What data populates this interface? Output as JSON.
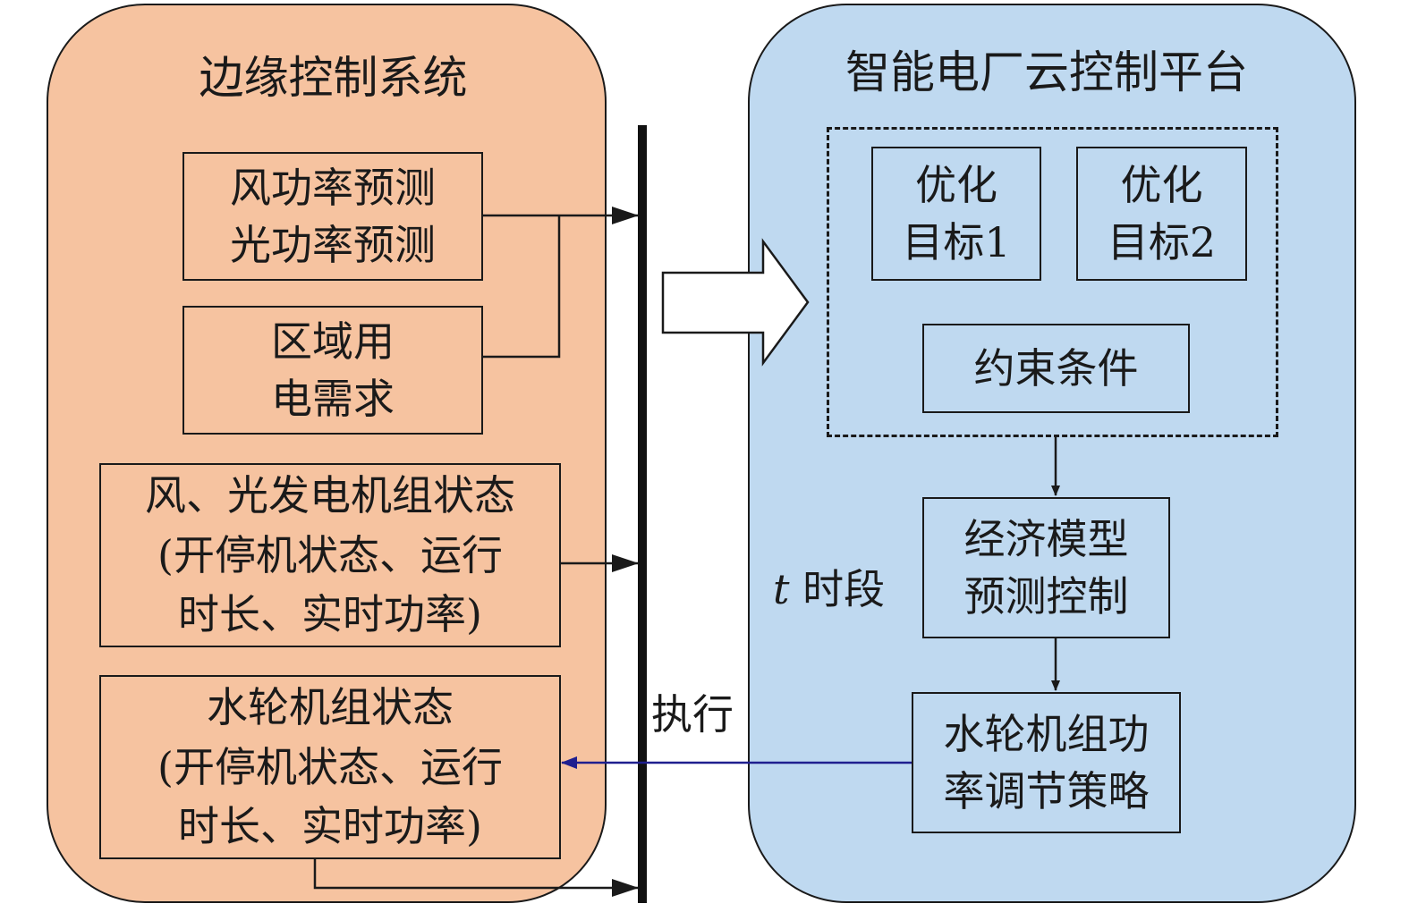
{
  "left_panel": {
    "title": "边缘控制系统"
  },
  "right_panel": {
    "title": "智能电厂云控制平台"
  },
  "boxes": {
    "power_forecast": [
      "风功率预测",
      "光功率预测"
    ],
    "regional_demand": [
      "区域用",
      "电需求"
    ],
    "wind_solar_status": [
      "风、光发电机组状态",
      "(开停机状态、运行",
      "时长、实时功率)"
    ],
    "hydro_status": [
      "水轮机组状态",
      "(开停机状态、运行",
      "时长、实时功率)"
    ],
    "objective_1": [
      "优化",
      "目标1"
    ],
    "objective_2": [
      "优化",
      "目标2"
    ],
    "constraints": [
      "约束条件"
    ],
    "mpc": [
      "经济模型",
      "预测控制"
    ],
    "hydro_strategy": [
      "水轮机组功",
      "率调节策略"
    ]
  },
  "labels": {
    "execute": "执行",
    "time_var": "t",
    "time_period": "时段"
  },
  "colors": {
    "left_panel": "#f6c3a0",
    "right_panel": "#bfd9f0",
    "feedback_arrow": "#1f1f8f",
    "line": "#1a1a1a"
  }
}
